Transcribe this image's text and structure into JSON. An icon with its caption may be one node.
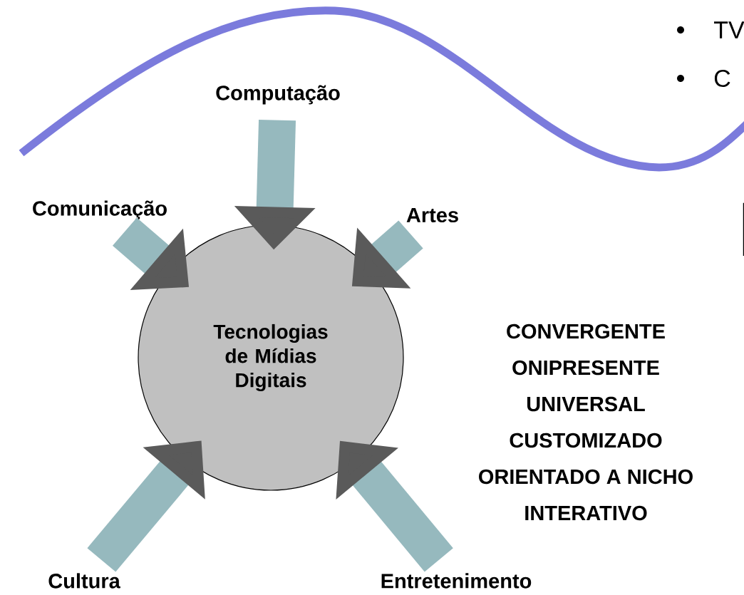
{
  "diagram": {
    "nodes": [
      {
        "text": [
          "Tecnologias de Mídias Digitais"
        ]
      },
      {
        "text": [
          "Computação"
        ]
      },
      {
        "text": [
          "Comunicação"
        ]
      },
      {
        "text": [
          "Artes"
        ]
      },
      {
        "text": [
          "Cultura"
        ]
      },
      {
        "text": [
          "Entretenimento"
        ]
      }
    ],
    "edges": [
      {
        "from": 1,
        "to": 0,
        "arrow": "to"
      },
      {
        "from": 2,
        "to": 0,
        "arrow": "to"
      },
      {
        "from": 3,
        "to": 0,
        "arrow": "to"
      },
      {
        "from": 4,
        "to": 0,
        "arrow": "to"
      },
      {
        "from": 5,
        "to": 0,
        "arrow": "to"
      }
    ],
    "labels": [
      "TV",
      "C",
      "CONVERGENTE",
      "ONIPRESENTE",
      "UNIVERSAL",
      "CUSTOMIZADO",
      "ORIENTADO A NICHO",
      "INTERATIVO"
    ]
  }
}
